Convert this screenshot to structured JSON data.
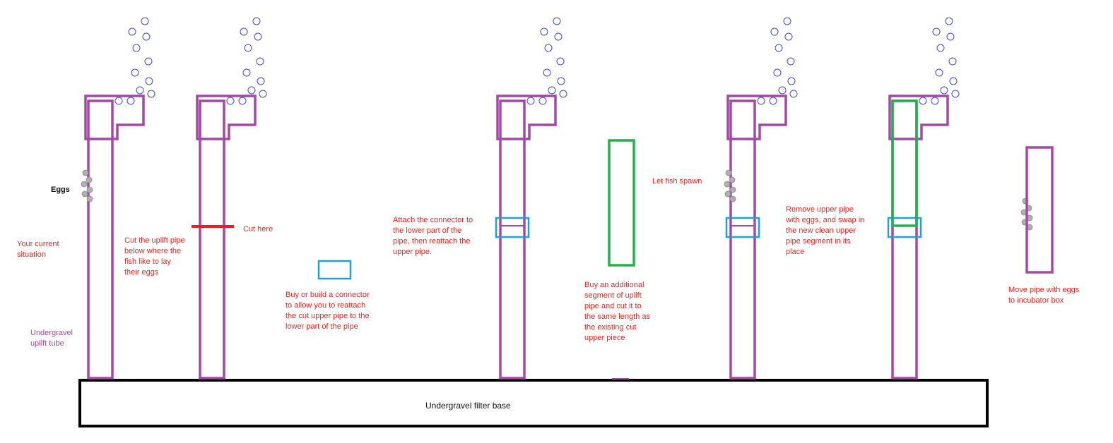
{
  "colors": {
    "pipe": "#a349a4",
    "connector": "#1ba1e2",
    "new_segment": "#22b14c",
    "cut_mark": "#ed1c24",
    "bubble": "#3f48cc",
    "egg": "#b0b0b0",
    "annotation_text": "#e8251f",
    "base_outline": "#000000"
  },
  "labels": {
    "eggs": "Eggs",
    "current_situation": "Your current\nsituation",
    "uplift_tube": "Undergravel\nuplift tube",
    "cut_instruction": "Cut the uplift pipe\nbelow where the\nfish like to lay\ntheir eggs",
    "cut_here": "Cut here",
    "connector_instruction": "Buy or build a connector\nto allow you to reattach\nthe cut upper pipe to the\nlower part of the pipe",
    "attach_instruction": "Attach the connector to\nthe lower part of the\npipe, then reattach the\nupper pipe.",
    "let_spawn": "Let fish spawn",
    "buy_segment": "Buy an additional\nsegment of uplift\npipe and cut it to\nthe same length as\nthe existing cut\nupper piece",
    "swap_instruction": "Remove upper pipe\nwith eggs, and swap in\nthe new clean upper\npipe segment in its\nplace",
    "move_instruction": "Move pipe with eggs\nto incubator box",
    "filter_base": "Undergravel filter base"
  }
}
